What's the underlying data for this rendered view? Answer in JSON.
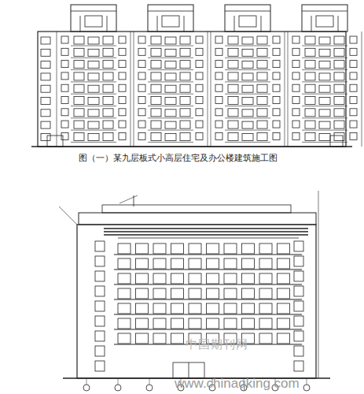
{
  "diagram": {
    "caption": "图（一）某九层板式小高层住宅及办公楼建筑施工图",
    "labels": [
      "中国期刊网",
      "www.chinaqking.com"
    ]
  }
}
